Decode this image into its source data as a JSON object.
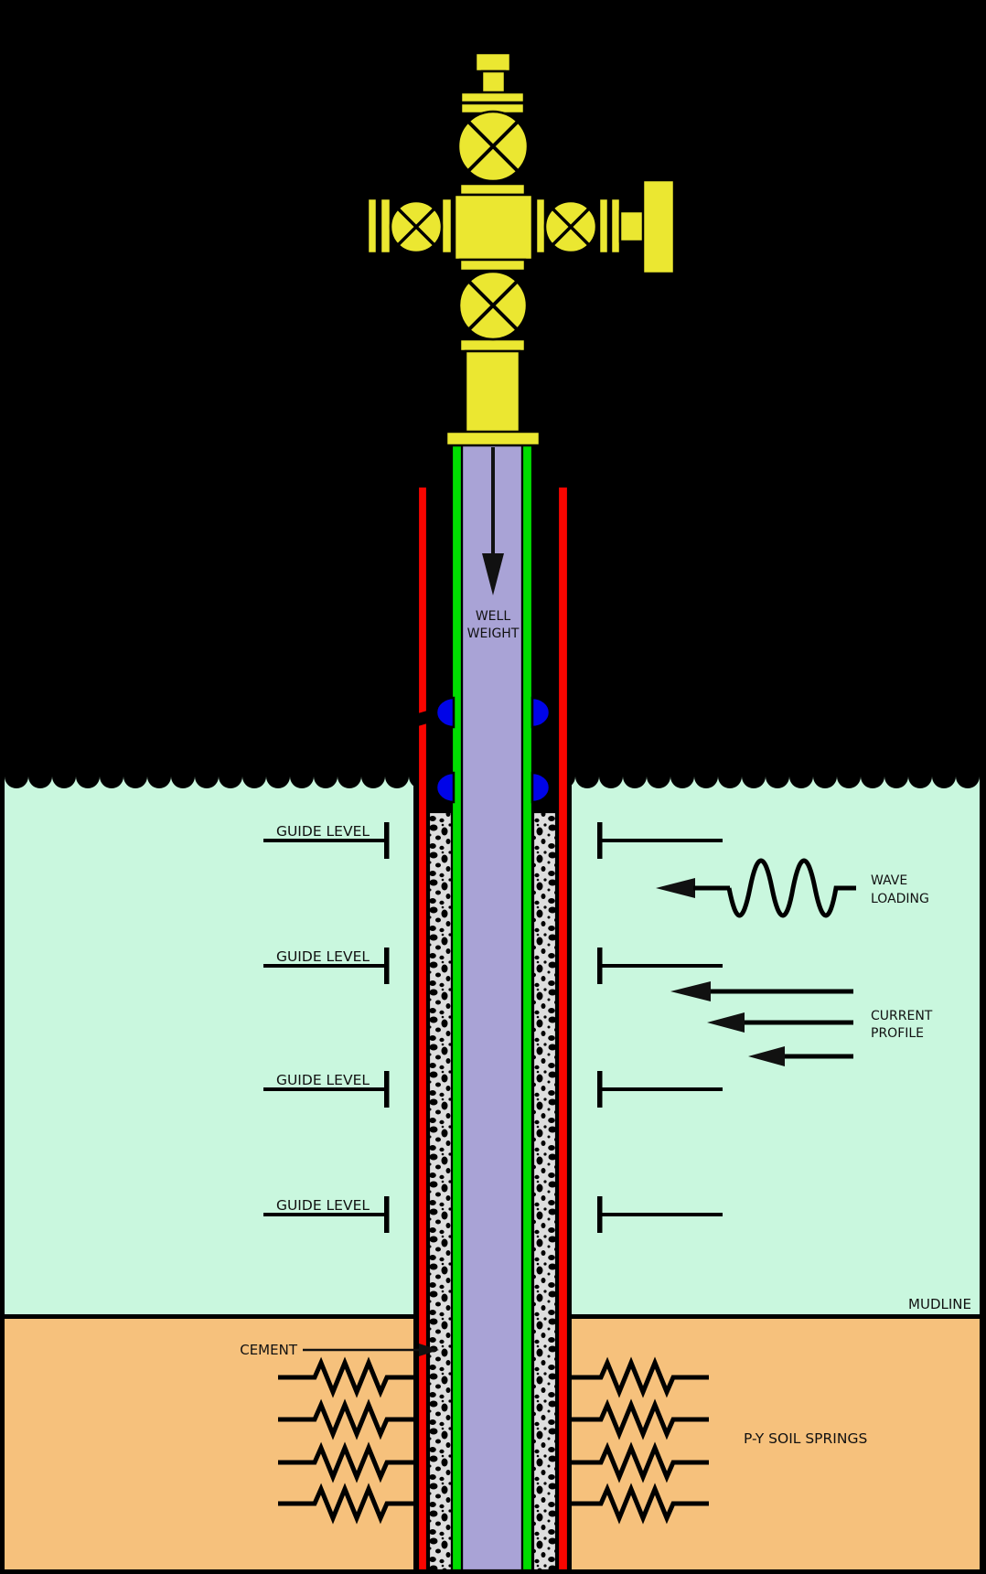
{
  "labels": {
    "well_weight": [
      "WELL",
      "WEIGHT"
    ],
    "guide_levels": [
      "GUIDE LEVEL",
      "GUIDE LEVEL",
      "GUIDE LEVEL",
      "GUIDE LEVEL"
    ],
    "wave_loading": [
      "WAVE",
      "LOADING"
    ],
    "current_profile": [
      "CURRENT",
      "PROFILE"
    ],
    "mudline": "MUDLINE",
    "cement": "CEMENT",
    "py_soil_springs": "P-Y SOIL SPRINGS"
  },
  "colors": {
    "background": "#000000",
    "water": "#c9f7de",
    "soil": "#f6c17c",
    "conductor_red": "#f90500",
    "casing_green": "#00dd00",
    "inner_string_purple": "#a9a3d6",
    "cement_base": "#dedede",
    "guide_blue": "#0004e8",
    "tree_yellow": "#ebe731",
    "annotation_black": "#111111"
  }
}
